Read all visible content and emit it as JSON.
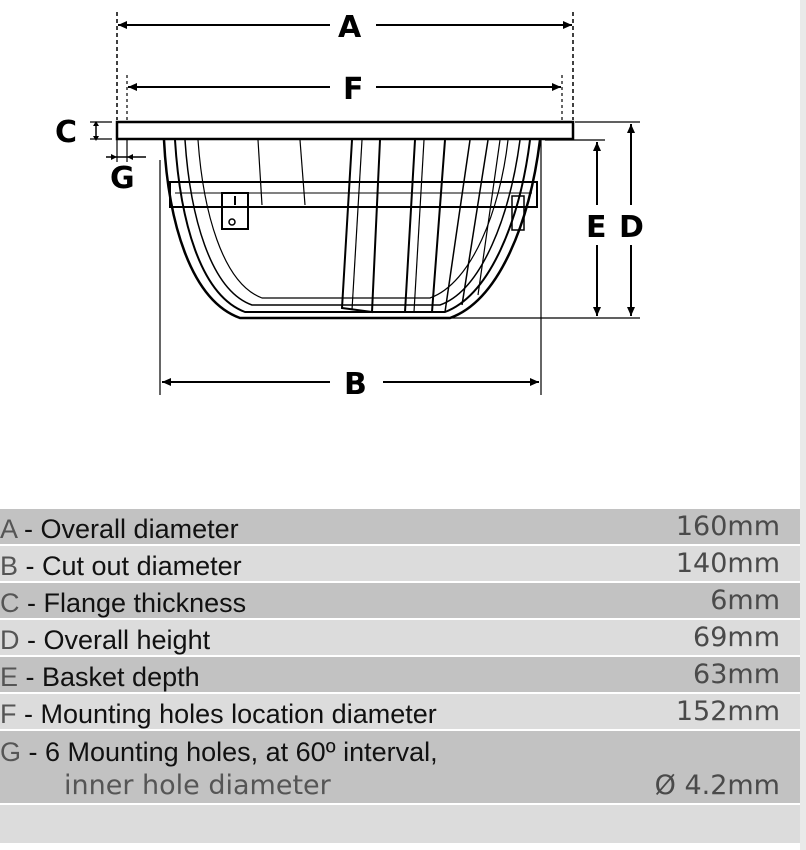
{
  "diagram": {
    "labels": {
      "A": "A",
      "F": "F",
      "C": "C",
      "G": "G",
      "E": "E",
      "D": "D",
      "B": "B"
    }
  },
  "specs": [
    {
      "letter": "A",
      "description": " - Overall diameter",
      "value": "160mm"
    },
    {
      "letter": "B",
      "description": " - Cut out diameter",
      "value": "140mm"
    },
    {
      "letter": "C",
      "description": " - Flange thickness",
      "value": "6mm"
    },
    {
      "letter": "D",
      "description": " - Overall height",
      "value": "69mm"
    },
    {
      "letter": "E",
      "description": " - Basket depth",
      "value": "63mm"
    },
    {
      "letter": "F",
      "description": " - Mounting holes location diameter",
      "value": "152mm"
    },
    {
      "letter": "G",
      "description": " - 6 Mounting holes, at 60º interval,",
      "subline": "inner hole diameter",
      "value": "Ø 4.2mm"
    }
  ],
  "colors": {
    "row_dark": "#c2c2c2",
    "row_light": "#dcdcdc",
    "line": "#000000"
  }
}
